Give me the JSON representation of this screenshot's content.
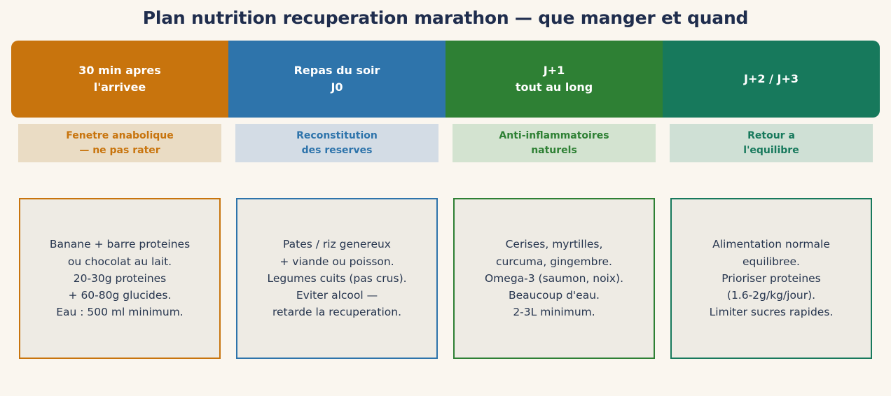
{
  "title": "Plan nutrition recuperation marathon — que manger et quand",
  "theme": {
    "background": "#faf6ef",
    "title_color": "#1f2d4d",
    "card_fill": "#eeebe4",
    "card_text": "#27364f"
  },
  "columns": [
    {
      "id": "col-30min",
      "accent": "#c8740d",
      "banner": {
        "lines": [
          "30 min apres",
          "l'arrivee"
        ]
      },
      "subtitle": {
        "background": "#eadcc4",
        "text_color": "#c8740d",
        "lines": [
          "Fenetre anabolique",
          "— ne pas rater"
        ]
      },
      "card": {
        "border": "#c8740d",
        "lines": [
          "Banane + barre proteines",
          "ou chocolat au lait.",
          "20-30g proteines",
          "+ 60-80g glucides.",
          "Eau : 500 ml minimum."
        ]
      }
    },
    {
      "id": "col-repas-soir",
      "accent": "#2e74ab",
      "banner": {
        "lines": [
          "Repas du soir",
          "J0"
        ]
      },
      "subtitle": {
        "background": "#d3dce5",
        "text_color": "#2e74ab",
        "lines": [
          "Reconstitution",
          "des reserves"
        ]
      },
      "card": {
        "border": "#2e74ab",
        "lines": [
          "Pates / riz genereux",
          "+ viande ou poisson.",
          "Legumes cuits (pas crus).",
          "Eviter alcool —",
          "retarde la recuperation."
        ]
      }
    },
    {
      "id": "col-j1",
      "accent": "#2e8034",
      "banner": {
        "lines": [
          "J+1",
          "tout au long"
        ]
      },
      "subtitle": {
        "background": "#d3e3d0",
        "text_color": "#2e8034",
        "lines": [
          "Anti-inflammatoires",
          "naturels"
        ]
      },
      "card": {
        "border": "#2e8034",
        "lines": [
          "Cerises, myrtilles,",
          "curcuma, gingembre.",
          "Omega-3 (saumon, noix).",
          "Beaucoup d'eau.",
          "2-3L minimum."
        ]
      }
    },
    {
      "id": "col-j2-j3",
      "accent": "#17795c",
      "banner": {
        "lines": [
          "J+2 / J+3"
        ]
      },
      "subtitle": {
        "background": "#cfe0d5",
        "text_color": "#17795c",
        "lines": [
          "Retour a",
          "l'equilibre"
        ]
      },
      "card": {
        "border": "#17795c",
        "lines": [
          "Alimentation normale",
          "equilibree.",
          "Prioriser proteines",
          "(1.6-2g/kg/jour).",
          "Limiter sucres rapides."
        ]
      }
    }
  ]
}
